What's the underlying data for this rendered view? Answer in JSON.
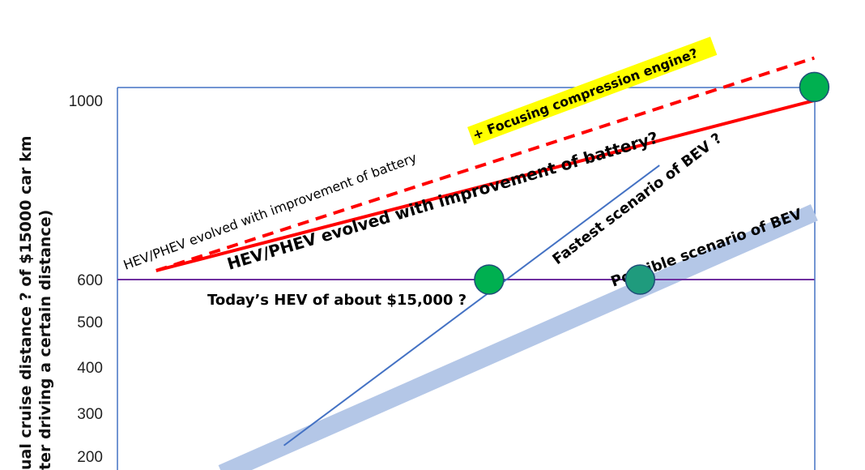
{
  "chart_data": {
    "type": "line",
    "y_axis": {
      "label_line1": "ual cruise distance ? of $15000 car km",
      "label_line2": "ter driving a certain distance)",
      "tick_labels": [
        "1000",
        "600",
        "500",
        "400",
        "300",
        "200"
      ],
      "ticks": [
        1000,
        600,
        500,
        400,
        300,
        200
      ]
    },
    "grid": false,
    "series": [
      {
        "name": "HEV/PHEV evolved with improvement of battery + Focusing compression engine?",
        "style": "dashed",
        "color": "#ff0000",
        "x": [
          0.1,
          1.8
        ],
        "y": [
          620,
          1095
        ]
      },
      {
        "name": "HEV/PHEV evolved with improvement of battery?",
        "style": "solid",
        "color": "#ff0000",
        "x": [
          0.1,
          1.8
        ],
        "y": [
          620,
          1000
        ]
      },
      {
        "name": "Fastest scenario of BEV ?",
        "style": "solid",
        "color": "#4472c4",
        "x": [
          0.43,
          1.4
        ],
        "y": [
          225,
          855
        ]
      },
      {
        "name": "Possible scenario of BEV",
        "style": "band",
        "color": "#b4c7e7",
        "x": [
          0.27,
          1.8
        ],
        "y": [
          160,
          750
        ]
      },
      {
        "name": "Today’s HEV of about $15,000 ?",
        "style": "solid",
        "color": "#7030a0",
        "x": [
          0,
          1.8
        ],
        "y": [
          600,
          600
        ]
      }
    ],
    "markers": [
      {
        "x": 0.96,
        "y": 600,
        "color": "#00b050"
      },
      {
        "x": 1.35,
        "y": 600,
        "color": "#1f9b7d"
      },
      {
        "x": 1.8,
        "y": 1030,
        "color": "#00b050"
      }
    ],
    "annotations": {
      "dashed_label_a": "HEV/PHEV evolved with improvement of battery",
      "dashed_label_b": "+ Focusing compression engine?",
      "solid_label": "HEV/PHEV evolved with improvement of battery?",
      "fastest_label": "Fastest scenario of BEV ?",
      "possible_label": "Possible scenario of BEV",
      "today_label": "Today’s HEV of about $15,000 ?"
    },
    "colors": {
      "highlight": "#ffff00",
      "axis_frame": "#4472c4"
    }
  }
}
